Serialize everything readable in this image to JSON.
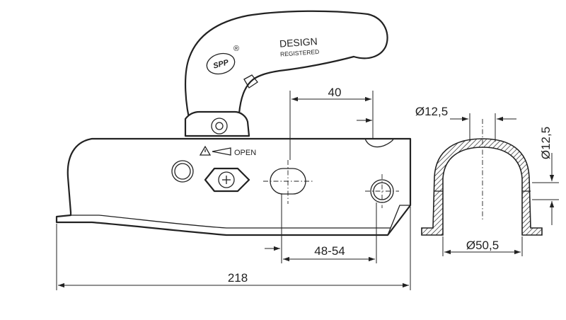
{
  "labels": {
    "design": "DESIGN",
    "registered": "REGISTERED",
    "open": "OPEN",
    "logo": "SPP",
    "registered_mark": "®"
  },
  "dimensions": {
    "top_width": "40",
    "slot_range": "48-54",
    "overall_length": "218",
    "clamp_rod_diameter": "Ø12,5",
    "clamp_inner_width": "Ø50,5",
    "clamp_thickness": "Ø12,5"
  },
  "icons": {
    "warning": "warning-triangle-icon",
    "open_direction": "wedge-arrow-icon"
  },
  "colors": {
    "line": "#222222",
    "background": "#ffffff"
  }
}
